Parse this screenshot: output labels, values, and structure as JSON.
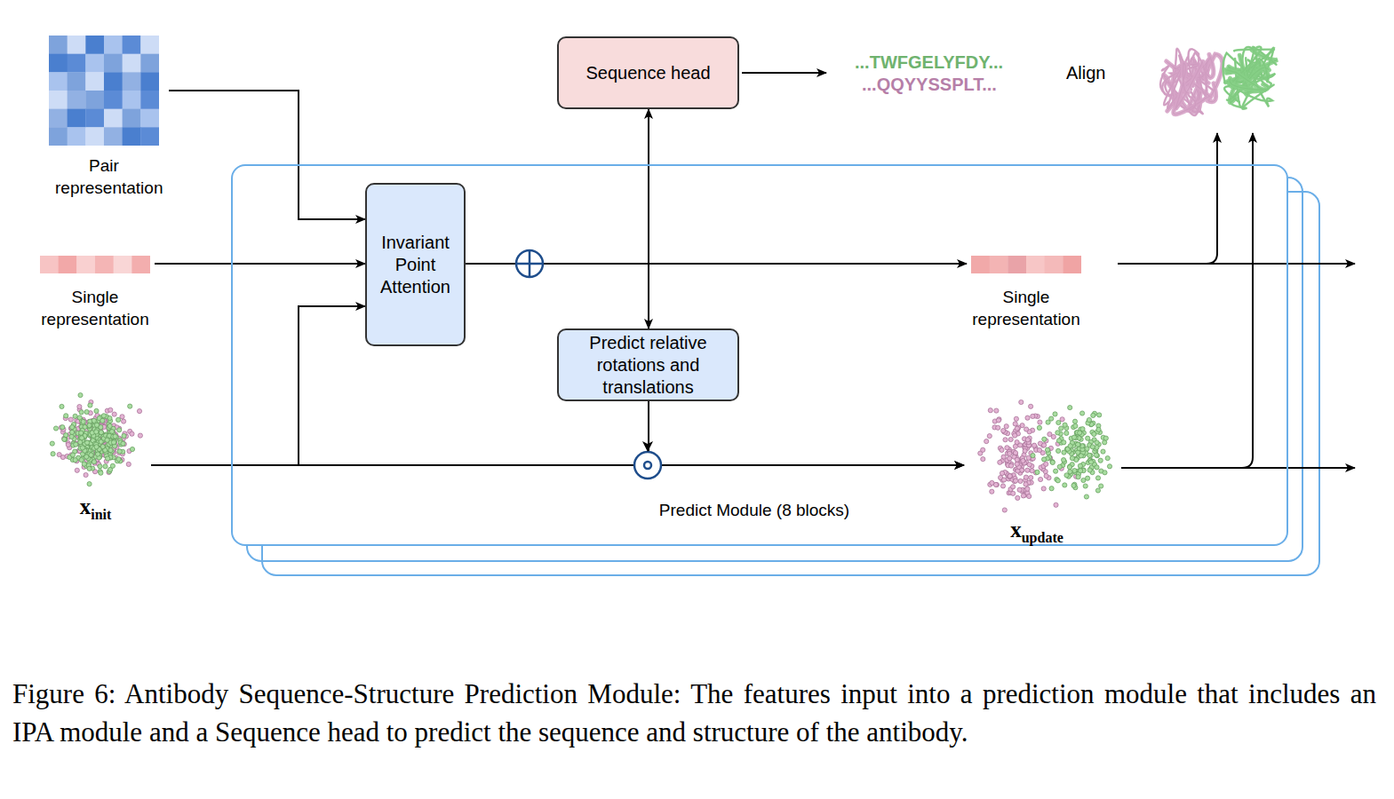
{
  "diagram": {
    "caption": "Figure 6: Antibody Sequence-Structure Prediction Module: The features input into a prediction module that includes an IPA module and a Sequence head to predict the sequence and structure of the antibody.",
    "nodes": [
      {
        "text": [
          "Pair representation"
        ]
      },
      {
        "text": [
          "Sequence head"
        ]
      },
      {
        "text": [
          "Single representation"
        ]
      },
      {
        "text": [
          "Predict Module (8 blocks)"
        ]
      },
      {
        "text": [
          "Invariant Point Attention"
        ],
        "in": 3
      },
      {
        "text": [
          "Predict relative rotations and translations"
        ],
        "in": 3
      },
      {
        "text": [
          "Single representation"
        ],
        "in": 3
      },
      {
        "text": [
          "x",
          "init"
        ]
      },
      {
        "text": [
          "x",
          "update"
        ],
        "in": 3
      }
    ],
    "edges": [
      {
        "from": 0,
        "to": 4,
        "arrow": "to"
      },
      {
        "from": 2,
        "to": 4,
        "arrow": "to"
      },
      {
        "from": 7,
        "to": 4,
        "arrow": "to"
      },
      {
        "from": 7,
        "to": 8,
        "arrow": "to"
      },
      {
        "from": 4,
        "to": 6,
        "arrow": "to"
      },
      {
        "from": 4,
        "to": 1,
        "arrow": "to"
      },
      {
        "from": 4,
        "to": 5,
        "arrow": "to"
      },
      {
        "from": 5,
        "to": 8,
        "arrow": "to"
      }
    ],
    "labels": [
      "...TWFGELYFDY...",
      "...QQYYSSPLT...",
      "Align"
    ]
  }
}
